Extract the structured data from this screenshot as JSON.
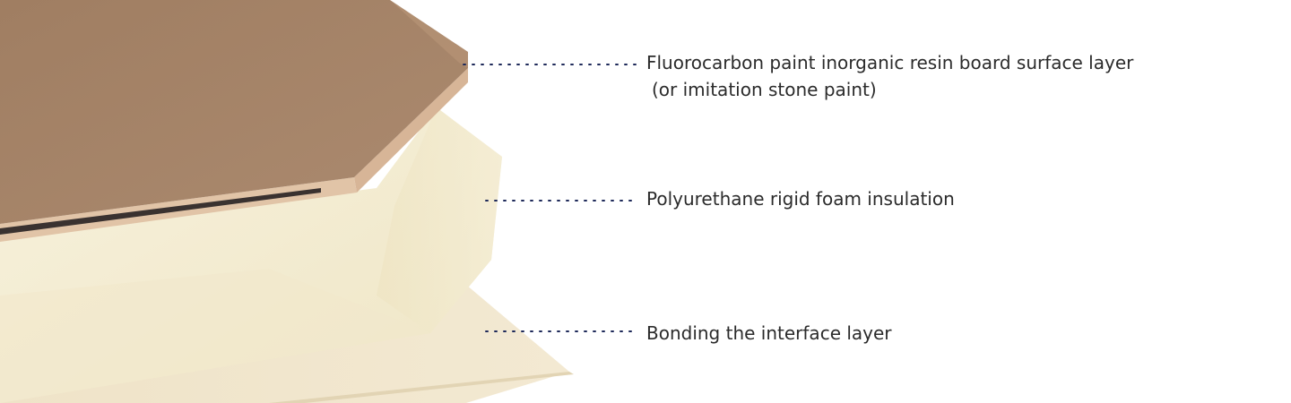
{
  "layers": [
    {
      "id": "surface",
      "label_line1": "Fluorocarbon paint inorganic resin board surface layer",
      "label_line2": "(or imitation stone paint)"
    },
    {
      "id": "insulation",
      "label_line1": "Polyurethane rigid foam insulation"
    },
    {
      "id": "bonding",
      "label_line1": "Bonding the interface layer"
    }
  ],
  "colors": {
    "surface_top": "#a6846a",
    "surface_edge": "#d8b89c",
    "foam": "#f3ecd2",
    "foam_shadow": "#e6dcbc",
    "bonding": "#f0e5cc",
    "leader_line": "#1f2a5a",
    "text": "#2b2b2b"
  }
}
